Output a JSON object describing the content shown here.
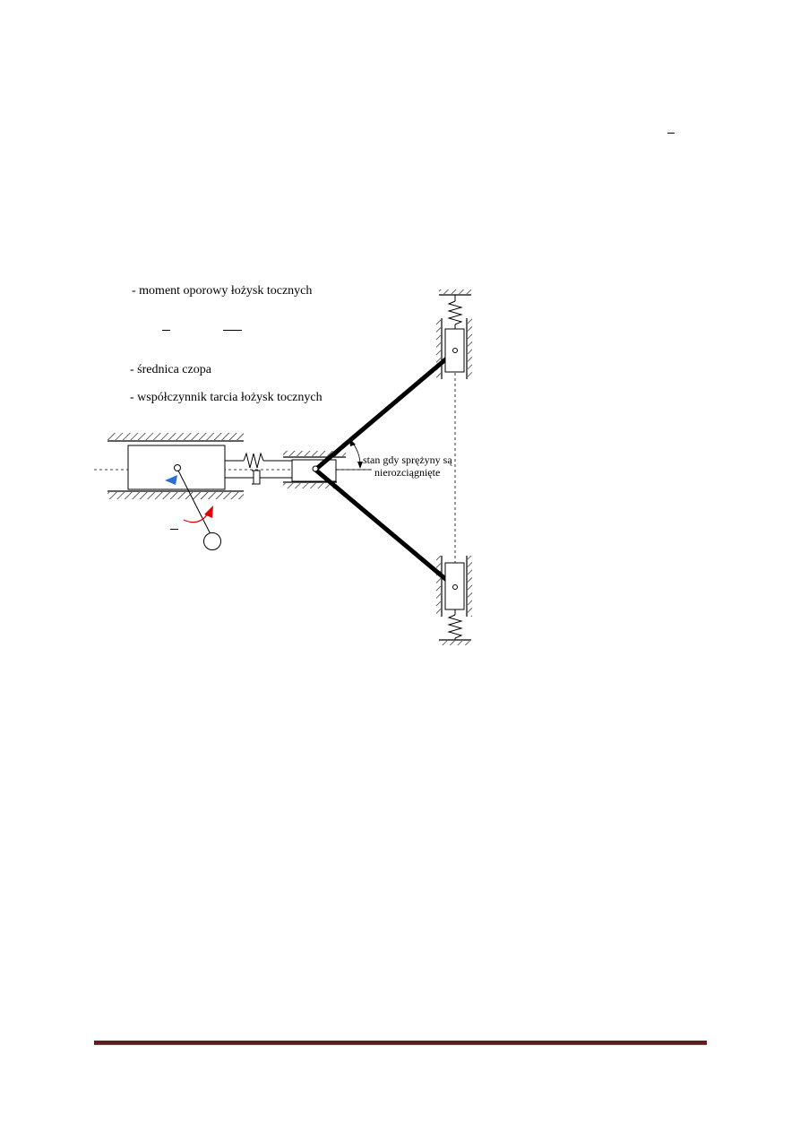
{
  "legend": {
    "item1": "- moment oporowy łożysk tocznych",
    "item2": "- średnica czopa",
    "item3": "- współczynnik tarcia łożysk tocznych"
  },
  "annotation": {
    "line1": "stan gdy sprężyny są",
    "line2": "nierozciągnięte"
  },
  "colors": {
    "footer_rule": "#5a1f1f",
    "arrow_red": "#e00000",
    "arrow_blue": "#2e6fd0"
  }
}
